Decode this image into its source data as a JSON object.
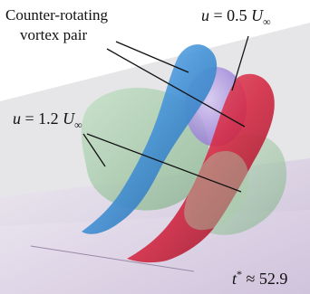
{
  "labels": {
    "vortex_line1": "Counter-rotating",
    "vortex_line2": "vortex pair",
    "contour_low": {
      "variable": "u",
      "equals": "= 1.2",
      "free_stream": "U",
      "free_stream_sub": "∞"
    },
    "contour_high": {
      "variable": "u",
      "equals": "= 0.5",
      "free_stream": "U",
      "free_stream_sub": "∞"
    },
    "time": {
      "variable": "t",
      "superscript": "*",
      "approx": "≈ 52.9"
    }
  },
  "colors": {
    "wall_plane": "#d8cde0",
    "back_plane": "#cfcfd4",
    "green_isosurface": "#9cc7a0",
    "blue_isosurface": "#3f8fd6",
    "red_isosurface": "#d83048",
    "purple_isosurface": "#9f86d6",
    "leader_line": "#111111"
  }
}
